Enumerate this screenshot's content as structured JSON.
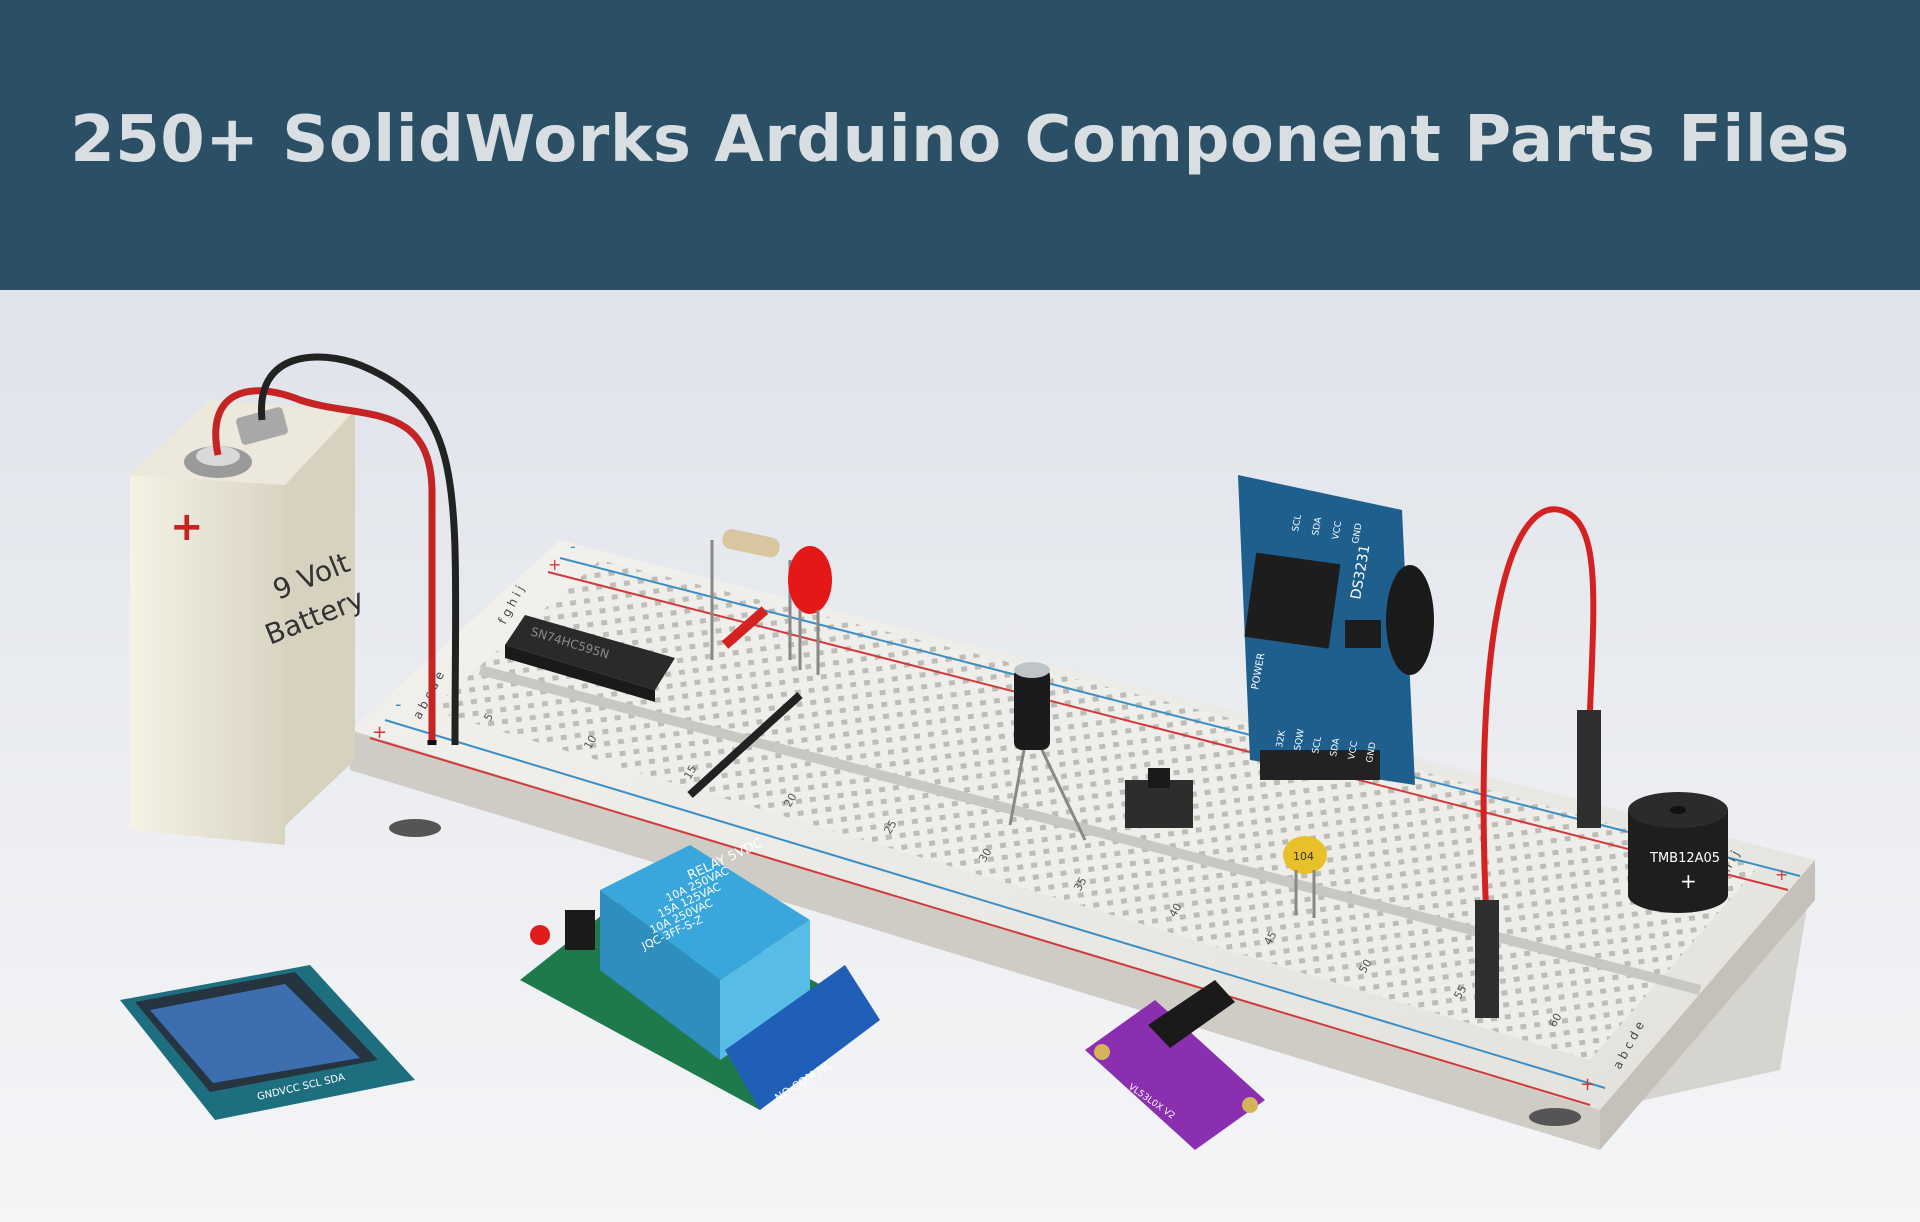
{
  "banner": {
    "title": "250+ SolidWorks Arduino Component Parts Files"
  },
  "colors": {
    "banner_bg": "#2b5065",
    "title_text": "#d9dee2",
    "breadboard": "#f1f0ec",
    "rail_red": "#d23a3a",
    "rail_blue": "#3a8fc4",
    "rtc_board": "#1e5f8e",
    "relay_body": "#3aa7dc",
    "terminal_block": "#1f5fb8",
    "sensor_board": "#8a2fb0",
    "oled_screen": "#3d6fb0"
  },
  "battery": {
    "label_line1": "9 Volt",
    "label_line2": "Battery",
    "plus_sign": "+"
  },
  "ic_chip": {
    "marking1": "SN74HC595N"
  },
  "rtc": {
    "chip_label": "DS3231",
    "pins_top": [
      "SCL",
      "SDA",
      "VCC",
      "GND"
    ],
    "pins_bottom": [
      "32K",
      "SQW",
      "SCL",
      "SDA",
      "VCC",
      "GND"
    ],
    "power_label": "POWER"
  },
  "buzzer": {
    "label": "TMB12A05",
    "plus": "+"
  },
  "capacitor": {
    "code": "104"
  },
  "relay": {
    "line1": "RELAY  5VDC",
    "line2": "10A 250VAC",
    "line3": "15A 125VAC",
    "line4": "10A 250VAC",
    "line5": "JQC-3FF-S-Z",
    "terminals": "NO COM NC"
  },
  "breadboard": {
    "row_letters_left": "a b c d e",
    "row_letters_right": "f g h i j",
    "col_numbers": [
      "5",
      "10",
      "15",
      "20",
      "25",
      "30",
      "35",
      "40",
      "45",
      "50",
      "55",
      "60"
    ],
    "plus": "+",
    "minus": "-"
  },
  "oled": {
    "pins": "GNDVCC SCL SDA"
  },
  "sensor": {
    "label": "VL53L0X V2"
  }
}
